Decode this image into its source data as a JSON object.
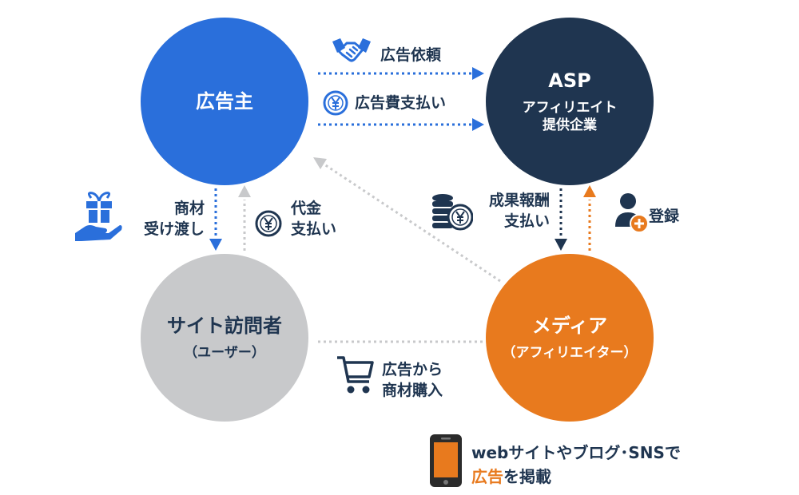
{
  "nodes": {
    "advertiser": {
      "title": "広告主"
    },
    "asp": {
      "title": "ASP",
      "subtitle_line1": "アフィリエイト",
      "subtitle_line2": "提供企業"
    },
    "visitor": {
      "title": "サイト訪問者",
      "subtitle": "（ユーザー）"
    },
    "media": {
      "title": "メディア",
      "subtitle": "（アフィリエイター）"
    }
  },
  "edges": {
    "ad_request": "広告依頼",
    "ad_fee_payment": "広告費支払い",
    "reward_line1": "成果報酬",
    "reward_line2": "支払い",
    "register": "登録",
    "delivery_line1": "商材",
    "delivery_line2": "受け渡し",
    "payment_line1": "代金",
    "payment_line2": "支払い",
    "purchase_line1": "広告から",
    "purchase_line2": "商材購入"
  },
  "footer": {
    "line1": "webサイトやブログ･SNSで",
    "line2_highlight": "広告",
    "line2_rest": "を掲載"
  },
  "icons": {
    "handshake": "handshake-icon",
    "yen_coin": "yen-coin-icon",
    "coin_stack": "coin-stack-icon",
    "user_add": "user-add-icon",
    "gift_hand": "gift-hand-icon",
    "cart": "shopping-cart-icon",
    "smartphone": "smartphone-icon"
  },
  "colors": {
    "blue": "#2a6fdb",
    "navy": "#1f3550",
    "orange": "#e87a1e",
    "gray": "#c8c9cb"
  }
}
